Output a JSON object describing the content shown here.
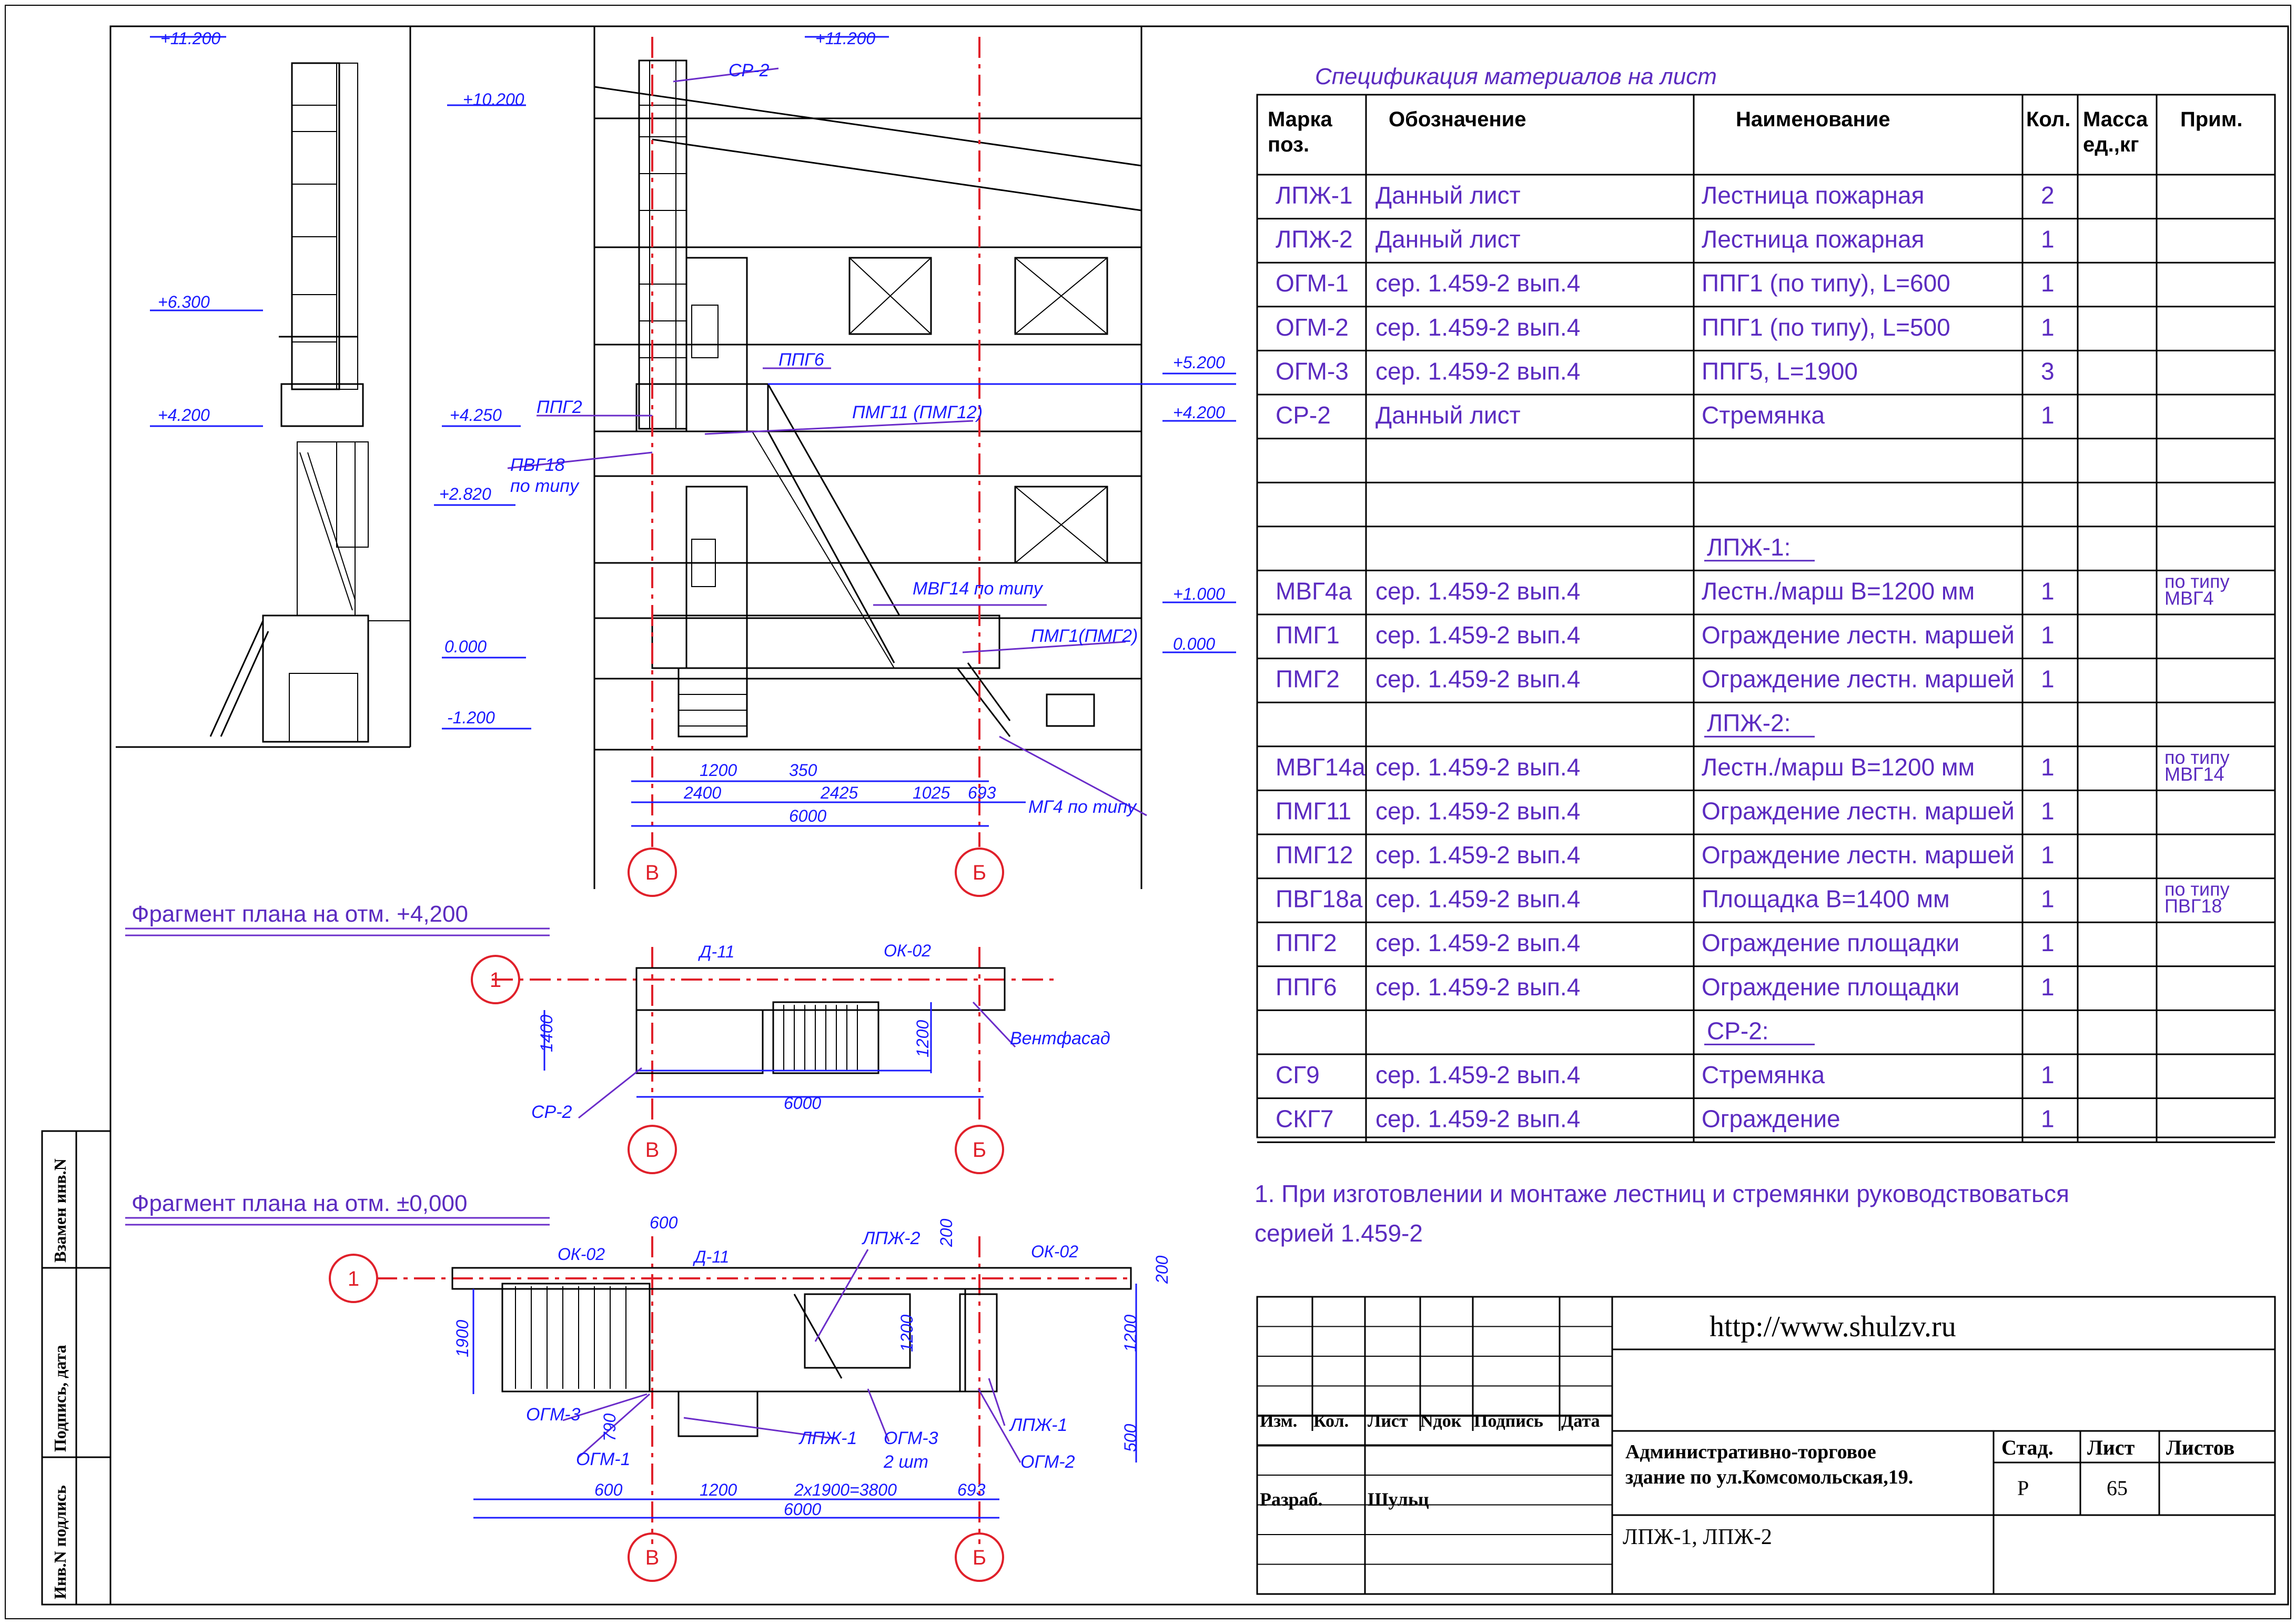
{
  "spec": {
    "title": "Спецификация материалов на лист",
    "headers": [
      "Марка поз.",
      "Обозначение",
      "Наименование",
      "Кол.",
      "Масса ед.,кг",
      "Прим."
    ],
    "rows": [
      {
        "mark": "ЛПЖ-1",
        "designation": "Данный лист",
        "name": "Лестница пожарная",
        "qty": "2",
        "mass": "",
        "note": ""
      },
      {
        "mark": "ЛПЖ-2",
        "designation": "Данный лист",
        "name": "Лестница пожарная",
        "qty": "1",
        "mass": "",
        "note": ""
      },
      {
        "mark": "ОГМ-1",
        "designation": "сер. 1.459-2 вып.4",
        "name": "ППГ1 (по типу), L=600",
        "qty": "1",
        "mass": "",
        "note": ""
      },
      {
        "mark": "ОГМ-2",
        "designation": "сер. 1.459-2 вып.4",
        "name": "ППГ1 (по типу), L=500",
        "qty": "1",
        "mass": "",
        "note": ""
      },
      {
        "mark": "ОГМ-3",
        "designation": "сер. 1.459-2 вып.4",
        "name": "ППГ5, L=1900",
        "qty": "3",
        "mass": "",
        "note": ""
      },
      {
        "mark": "СР-2",
        "designation": "Данный лист",
        "name": "Стремянка",
        "qty": "1",
        "mass": "",
        "note": ""
      },
      {
        "mark": "",
        "designation": "",
        "name": "",
        "qty": "",
        "mass": "",
        "note": ""
      },
      {
        "mark": "",
        "designation": "",
        "name": "",
        "qty": "",
        "mass": "",
        "note": ""
      },
      {
        "mark": "",
        "designation": "",
        "name": "ЛПЖ-1:",
        "qty": "",
        "mass": "",
        "note": ""
      },
      {
        "mark": "МВГ4а",
        "designation": "сер. 1.459-2 вып.4",
        "name": "Лестн./марш В=1200 мм",
        "qty": "1",
        "mass": "",
        "note": "по типу МВГ4"
      },
      {
        "mark": "ПМГ1",
        "designation": "сер. 1.459-2 вып.4",
        "name": "Ограждение лестн. маршей",
        "qty": "1",
        "mass": "",
        "note": ""
      },
      {
        "mark": "ПМГ2",
        "designation": "сер. 1.459-2 вып.4",
        "name": "Ограждение лестн. маршей",
        "qty": "1",
        "mass": "",
        "note": ""
      },
      {
        "mark": "",
        "designation": "",
        "name": "ЛПЖ-2:",
        "qty": "",
        "mass": "",
        "note": ""
      },
      {
        "mark": "МВГ14а",
        "designation": "сер. 1.459-2 вып.4",
        "name": "Лестн./марш В=1200 мм",
        "qty": "1",
        "mass": "",
        "note": "по типу МВГ14"
      },
      {
        "mark": "ПМГ11",
        "designation": "сер. 1.459-2 вып.4",
        "name": "Ограждение лестн. маршей",
        "qty": "1",
        "mass": "",
        "note": ""
      },
      {
        "mark": "ПМГ12",
        "designation": "сер. 1.459-2 вып.4",
        "name": "Ограждение лестн. маршей",
        "qty": "1",
        "mass": "",
        "note": ""
      },
      {
        "mark": "ПВГ18а",
        "designation": "сер. 1.459-2 вып.4",
        "name": "Площадка В=1400 мм",
        "qty": "1",
        "mass": "",
        "note": "по типу ПВГ18"
      },
      {
        "mark": "ППГ2",
        "designation": "сер. 1.459-2 вып.4",
        "name": "Ограждение площадки",
        "qty": "1",
        "mass": "",
        "note": ""
      },
      {
        "mark": "ППГ6",
        "designation": "сер. 1.459-2 вып.4",
        "name": "Ограждение площадки",
        "qty": "1",
        "mass": "",
        "note": ""
      },
      {
        "mark": "",
        "designation": "",
        "name": "СР-2:",
        "qty": "",
        "mass": "",
        "note": ""
      },
      {
        "mark": "СГ9",
        "designation": "сер. 1.459-2 вып.4",
        "name": "Стремянка",
        "qty": "1",
        "mass": "",
        "note": ""
      },
      {
        "mark": "СКГ7",
        "designation": "сер. 1.459-2 вып.4",
        "name": "Ограждение",
        "qty": "1",
        "mass": "",
        "note": ""
      }
    ]
  },
  "note": {
    "line1": "1. При изготовлении и монтаже лестниц и стремянки руководствоваться",
    "line2": "серией 1.459-2"
  },
  "title_block": {
    "url": "http://www.shulzv.ru",
    "col_headers": [
      "Изм.",
      "Кол.",
      "Лист",
      "Nдок",
      "Подпись",
      "Дата"
    ],
    "developed_label": "Разраб.",
    "developer": "Шульц",
    "object_line1": "Административно-торговое",
    "object_line2": "здание по ул.Комсомольская,19.",
    "stage_label": "Стад.",
    "sheet_label": "Лист",
    "sheets_label": "Листов",
    "stage": "Р",
    "sheet": "65",
    "sheets": "",
    "drawing_name": "ЛПЖ-1, ЛПЖ-2"
  },
  "side_stamp": [
    "Взамен инв.N",
    "Подпись, дата",
    "Инв.N подлись"
  ],
  "elevation": {
    "marks_left": [
      "+11.200",
      "+10.200",
      "+6.300",
      "+4.200",
      "+4.250",
      "+2.820",
      "0.000",
      "-1.200"
    ],
    "marks_right": [
      "+11.200",
      "+5.200",
      "+4.200",
      "+1.000",
      "0.000"
    ],
    "labels": {
      "sr2": "СР-2",
      "ppg6": "ППГ6",
      "ppg2": "ППГ2",
      "pmg": "ПМГ11 (ПМГ12)",
      "pvg18": "ПВГ18",
      "pvg18b": "по типу",
      "mvg14": "МВГ14 по типу",
      "pmg1": "ПМГ1(ПМГ2)",
      "mg4": "МГ4 по типу"
    },
    "dims": [
      "1200",
      "350",
      "2400",
      "2425",
      "1025",
      "693",
      "6000"
    ],
    "axis_left": "В",
    "axis_right": "Б"
  },
  "plan1": {
    "title": "Фрагмент плана на отм. +4,200",
    "axis_row": "1",
    "labels": {
      "door": "Д-11",
      "window": "ОК-02",
      "vent": "Вентфасад",
      "sr2": "СР-2"
    },
    "dims": [
      "1400",
      "1200",
      "6000"
    ],
    "axis_left": "В",
    "axis_right": "Б"
  },
  "plan2": {
    "title": "Фрагмент плана на отм. ±0,000",
    "axis_row": "1",
    "labels": {
      "win1": "ОК-02",
      "win2": "ОК-02",
      "door": "Д-11",
      "lpzh2": "ЛПЖ-2",
      "lpzh1a": "ЛПЖ-1",
      "lpzh1b": "ЛПЖ-1",
      "ogm3a": "ОГМ-3",
      "ogm3b": "ОГМ-3",
      "ogm3qty": "2 шт",
      "ogm1": "ОГМ-1",
      "ogm2": "ОГМ-2"
    },
    "dims": [
      "600",
      "200",
      "200",
      "1900",
      "1200",
      "1200",
      "500",
      "790",
      "600",
      "1200",
      "2х1900=3800",
      "693",
      "6000"
    ],
    "axis_left": "В",
    "axis_right": "Б"
  }
}
